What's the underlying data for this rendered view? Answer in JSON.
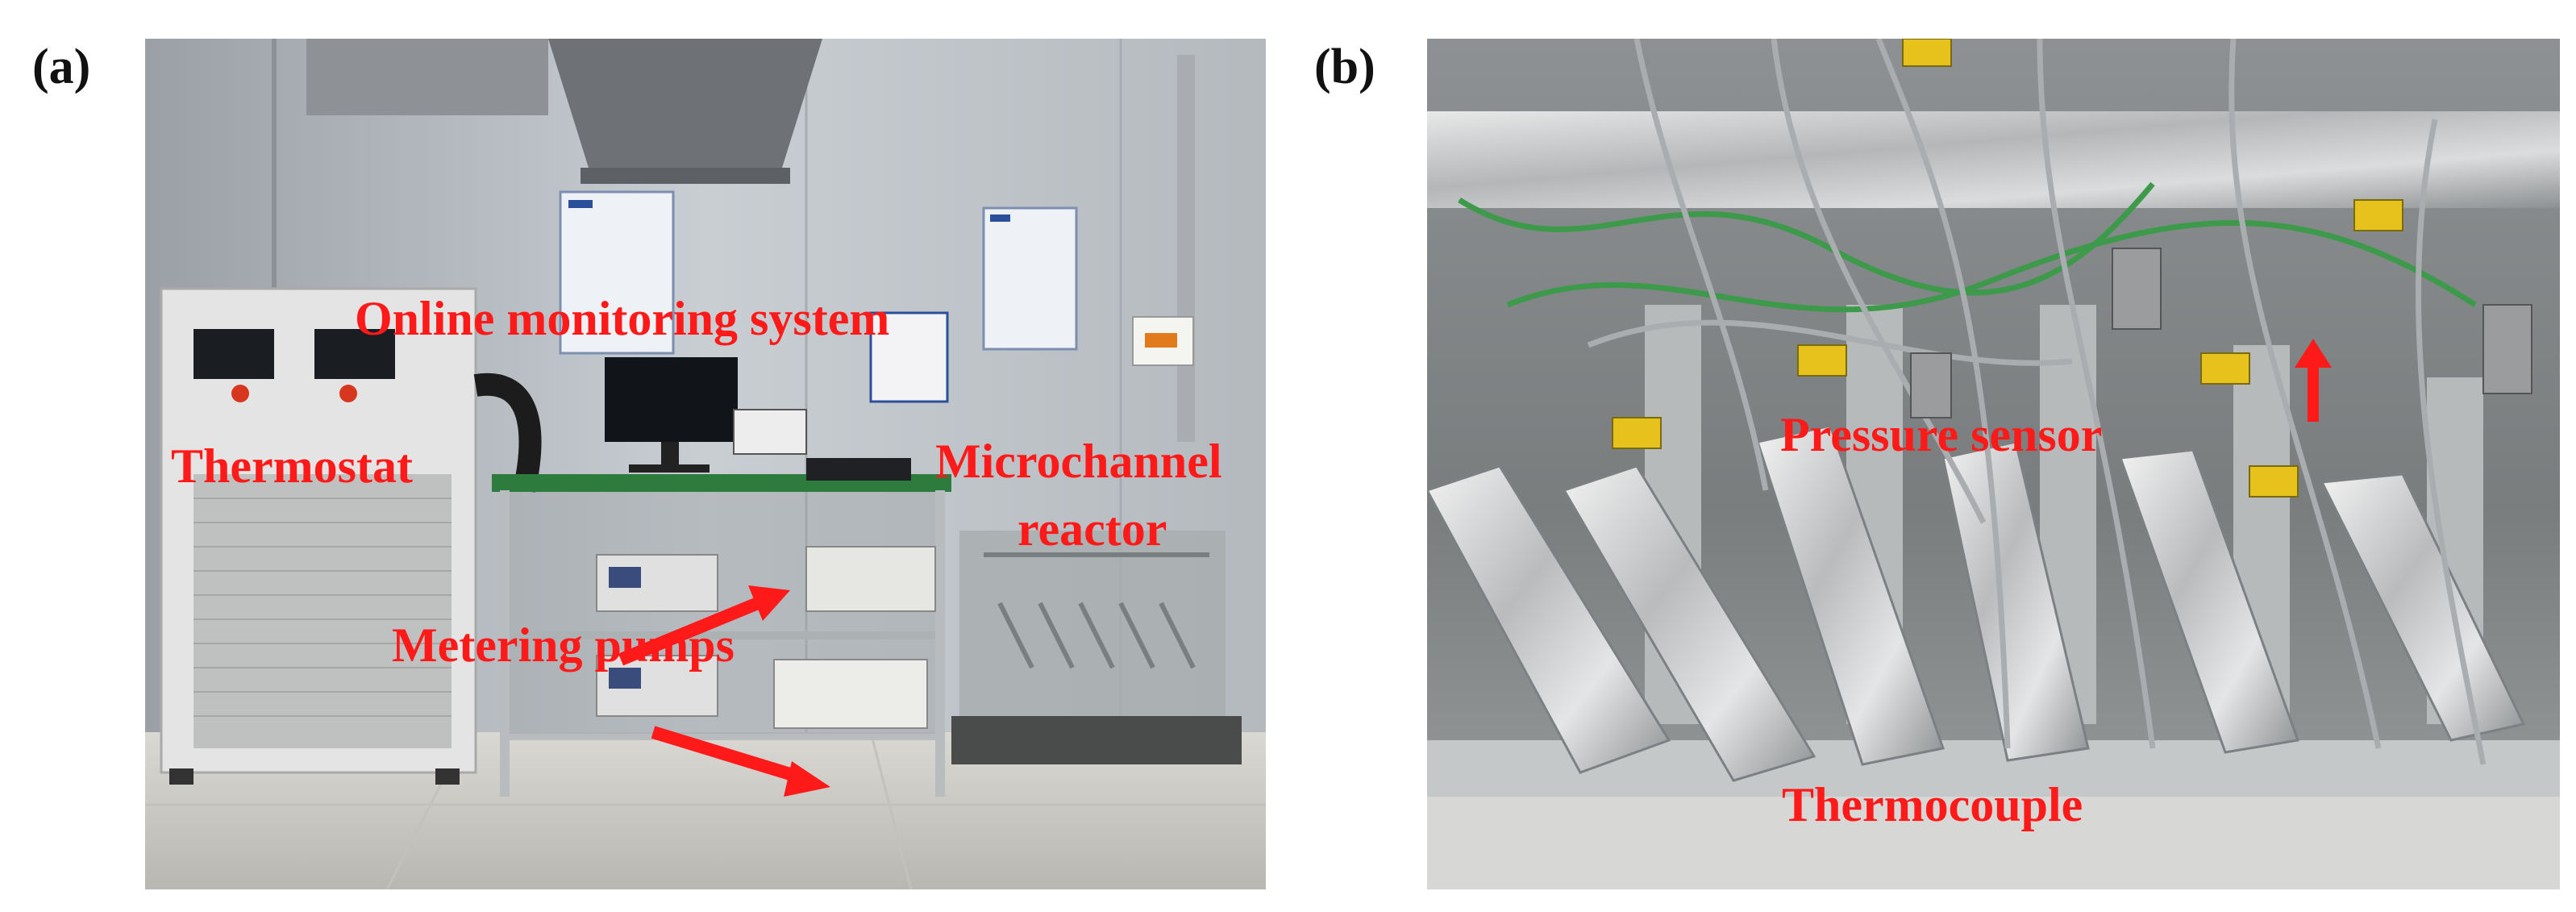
{
  "panels": [
    {
      "letter": "(a)",
      "labels": {
        "online_monitoring": "Online monitoring system",
        "thermostat": "Thermostat",
        "microchannel_line1": "Microchannel",
        "microchannel_line2": "reactor",
        "metering_pumps": "Metering pumps"
      }
    },
    {
      "letter": "(b)",
      "labels": {
        "pressure_sensor": "Pressure sensor",
        "thermocouple": "Thermocouple"
      }
    }
  ],
  "colors": {
    "annotation": "#ff1a1a",
    "background": "#ffffff"
  }
}
